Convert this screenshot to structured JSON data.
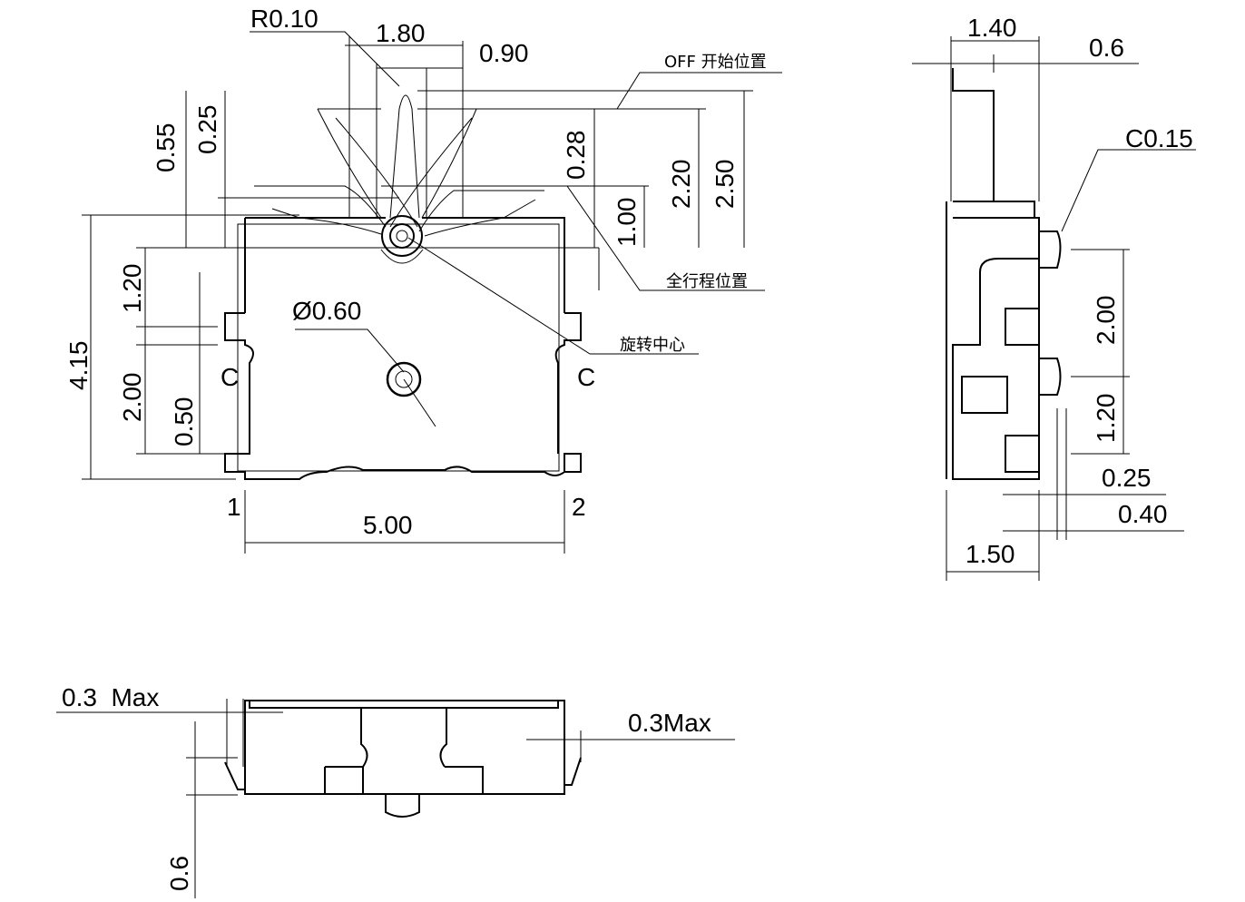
{
  "top_view": {
    "r010": "R0.10",
    "d180": "1.80",
    "d090": "0.90",
    "off_start": "OFF 开始位置",
    "d055": "0.55",
    "d025": "0.25",
    "d028": "0.28",
    "d220": "2.20",
    "d250": "2.50",
    "d100": "1.00",
    "full_travel": "全行程位置",
    "phi060": "Ø0.60",
    "rotation_center": "旋转中心",
    "d415": "4.15",
    "d120": "1.20",
    "d200": "2.00",
    "d050": "0.50",
    "c_left": "C",
    "c_right": "C",
    "pin1": "1",
    "pin2": "2",
    "d500": "5.00"
  },
  "side_view": {
    "d140": "1.40",
    "d06": "0.6",
    "c015": "C0.15",
    "d200": "2.00",
    "d120": "1.20",
    "d025": "0.25",
    "d040": "0.40",
    "d150": "1.50"
  },
  "bottom_view": {
    "max_left": "0.3  Max",
    "max_right": "0.3Max",
    "d06": "0.6"
  }
}
